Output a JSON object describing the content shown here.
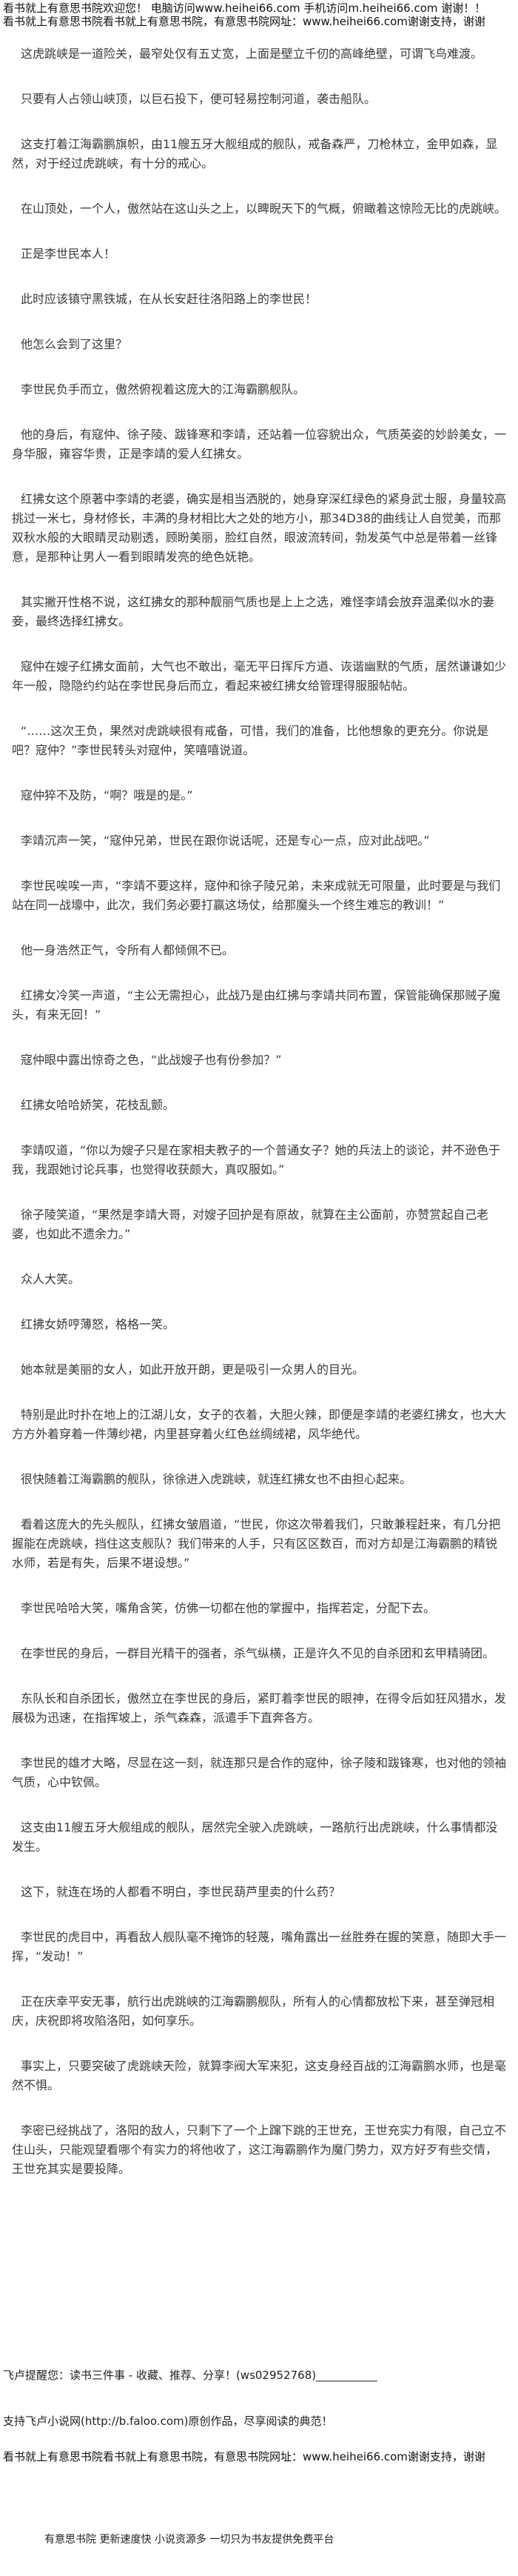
{
  "colors": {
    "background": "#ffffff",
    "body_text": "#3a3a3a",
    "header_text": "#111111"
  },
  "header": {
    "welcome": "看书就上有意思书院欢迎您！ 电脑访问www.heihei66.com 手机访问m.heihei66.com 谢谢！！",
    "site_notice": "看书就上有意思书院看书就上有意思书院，有意思书院网址：www.heihei66.com谢谢支持，谢谢"
  },
  "chapter": {
    "paragraphs": [
      "这虎跳峡是一道险关，最窄处仅有五丈宽，上面是壁立千仞的高峰绝壁，可谓飞鸟难渡。",
      "只要有人占领山峡顶，以巨石投下，便可轻易控制河道，袭击船队。",
      "这支打着江海霸鹏旗帜，由11艘五牙大舰组成的舰队，戒备森严，刀枪林立，金甲如森，显然，对于经过虎跳峡，有十分的戒心。",
      "在山顶处，一个人，傲然站在这山头之上，以睥睨天下的气概，俯瞰着这惊险无比的虎跳峡。",
      "正是李世民本人！",
      "此时应该镇守黑铁城，在从长安赶往洛阳路上的李世民！",
      "他怎么会到了这里？",
      "李世民负手而立，傲然俯视着这庞大的江海霸鹏舰队。",
      "他的身后，有寇仲、徐子陵、跋锋寒和李靖，还站着一位容貌出众，气质英姿的妙龄美女，一身华服，雍容华贵，正是李靖的爱人红拂女。",
      "红拂女这个原著中李靖的老婆，确实是相当洒脱的，她身穿深红绿色的紧身武士服，身量较高挑过一米七，身材修长，丰满的身材相比大之处的地方小，那34D38的曲线让人自觉美，而那双秋水般的大眼睛灵动剔透，顾盼美丽，脸红自然，眼波流转间，勃发英气中总是带着一丝锋意，是那种让男人一看到眼睛发亮的绝色妩艳。",
      "其实撇开性格不说，这红拂女的那种靓丽气质也是上上之选，难怪李靖会放弃温柔似水的妻妾，最终选择红拂女。",
      "寇仲在嫂子红拂女面前，大气也不敢出，毫无平日挥斥方遒、诙谐幽默的气质，居然谦谦如少年一般，隐隐约约站在李世民身后而立，看起来被红拂女给管理得服服帖帖。",
      "“……这次王负，果然对虎跳峡很有戒备，可惜，我们的准备，比他想象的更充分。你说是吧？寇仲？”李世民转头对寇仲，笑嘻嘻说道。",
      "寇仲猝不及防，“啊？哦是的是。”",
      "李靖沉声一笑，“寇仲兄弟，世民在跟你说话呢，还是专心一点，应对此战吧。”",
      "李世民唉唉一声，“李靖不要这样，寇仲和徐子陵兄弟，未来成就无可限量，此时要是与我们站在同一战壕中，此次，我们务必要打赢这场仗，给那魔头一个终生难忘的教训！”",
      "他一身浩然正气，令所有人都倾佩不已。",
      "红拂女冷笑一声道，“主公无需担心，此战乃是由红拂与李靖共同布置，保管能确保那贼子魔头，有来无回！”",
      "寇仲眼中露出惊奇之色，“此战嫂子也有份参加？”",
      "红拂女哈哈娇笑，花枝乱颤。",
      "李靖叹道，“你以为嫂子只是在家相夫教子的一个普通女子？她的兵法上的谈论，并不逊色于我，我跟她讨论兵事，也觉得收获颇大，真叹服如。”",
      "徐子陵笑道，“果然是李靖大哥，对嫂子回护是有原故，就算在主公面前，亦赞赏起自己老婆，也如此不遗余力。”",
      "众人大笑。",
      "红拂女娇哼薄怒，格格一笑。",
      "她本就是美丽的女人，如此开放开朗，更是吸引一众男人的目光。",
      "特别是此时扑在地上的江湖儿女，女子的衣着，大胆火辣，即便是李靖的老婆红拂女，也大大方方外着穿着一件薄纱裙，内里甚穿着火红色丝绸绒裙，风华绝代。",
      "很快随着江海霸鹏的舰队，徐徐进入虎跳峡，就连红拂女也不由担心起来。",
      "看着这庞大的先头舰队，红拂女皱眉道，“世民，你这次带着我们，只敢兼程赶来，有几分把握能在虎跳峡，挡住这支舰队？我们带来的人手，只有区区数百，而对方却是江海霸鹏的精锐水师，若是有失，后果不堪设想。”",
      "李世民哈哈大笑，嘴角含笑，仿佛一切都在他的掌握中，指挥若定，分配下去。",
      "在李世民的身后，一群目光精干的强者，杀气纵横，正是许久不见的自杀团和玄甲精骑团。",
      "东队长和自杀团长，傲然立在李世民的身后，紧盯着李世民的眼神，在得令后如狂风猎水，发展极为迅速，在指挥坡上，杀气森森，派遣手下直奔各方。",
      "李世民的雄才大略，尽显在这一刻，就连那只是合作的寇仲，徐子陵和跋锋寒，也对他的领袖气质，心中钦佩。",
      "这支由11艘五牙大舰组成的舰队，居然完全驶入虎跳峡，一路航行出虎跳峡，什么事情都没发生。",
      "这下，就连在场的人都看不明白，李世民葫芦里卖的什么药？",
      "李世民的虎目中，再看敌人舰队毫不掩饰的轻蔑，嘴角露出一丝胜券在握的笑意，随即大手一挥，“发动！”",
      "正在庆幸平安无事，航行出虎跳峡的江海霸鹏舰队，所有人的心情都放松下来，甚至弹冠相庆，庆祝即将攻陷洛阳，如何享乐。",
      "事实上，只要突破了虎跳峡天险，就算李阀大军来犯，这支身经百战的江海霸鹏水师，也是毫然不惧。",
      "李密已经挑战了，洛阳的敌人，只剩下了一个上蹿下跳的王世充，王世充实力有限，自己立不住山头，只能观望看哪个有实力的将他收了，这江海霸鹏作为魔门势力，双方好歹有些交情，王世充其实是要投降。"
    ]
  },
  "trailer": {
    "reminder": "飞卢提醒您：读书三件事 - 收藏、推荐、分享！(ws02952768)___________",
    "support": "支持飞卢小说网(http://b.faloo.com)原创作品，尽享阅读的典范！",
    "site_notice": "看书就上有意思书院看书就上有意思书院，有意思书院网址：www.heihei66.com谢谢支持，谢谢"
  },
  "footer": {
    "slogan": "有意思书院 更新速度快 小说资源多 一切只为书友提供免费平台"
  }
}
